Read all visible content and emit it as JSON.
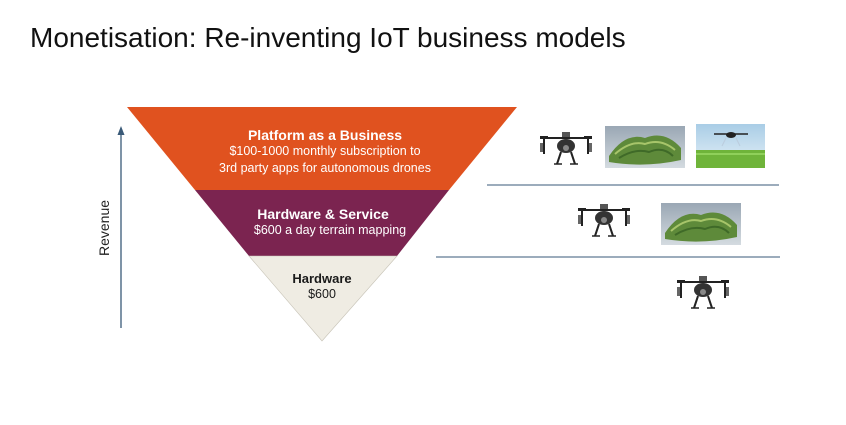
{
  "slide": {
    "title": "Monetisation: Re-inventing IoT business models"
  },
  "axis": {
    "label": "Revenue"
  },
  "tiers": [
    {
      "title": "Platform as a Business",
      "description_line1": "$100-1000 monthly subscription to",
      "description_line2": "3rd party apps for autonomous drones",
      "color": "#e0521f"
    },
    {
      "title": "Hardware & Service",
      "description_line1": "$600 a day terrain mapping",
      "color": "#7b2450"
    },
    {
      "title": "Hardware",
      "description_line1": "$600",
      "color": "#efece3"
    }
  ],
  "images": {
    "row1": [
      "drone-icon",
      "terrain-map-icon",
      "spraying-drone-photo-icon"
    ],
    "row2": [
      "drone-icon",
      "terrain-map-icon"
    ],
    "row3": [
      "drone-icon"
    ]
  },
  "colors": {
    "axis": "#3a5a78",
    "separator": "#3a5a78"
  }
}
